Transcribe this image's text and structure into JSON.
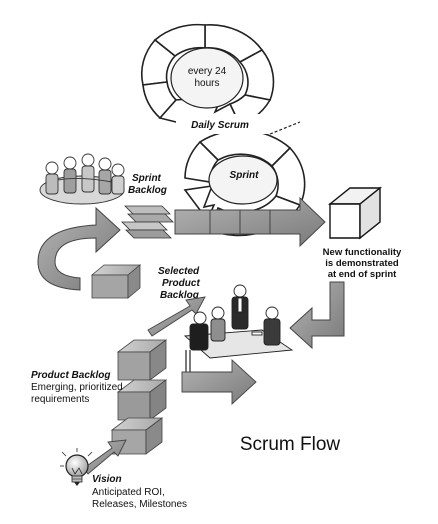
{
  "diagram": {
    "title": "Scrum Flow",
    "daily_scrum": {
      "cycle_text_line1": "every 24",
      "cycle_text_line2": "hours",
      "label": "Daily Scrum"
    },
    "sprint": {
      "label": "Sprint"
    },
    "sprint_backlog": {
      "line1": "Sprint",
      "line2": "Backlog"
    },
    "selected_product_backlog": {
      "line1": "Selected",
      "line2": "Product",
      "line3": "Backlog"
    },
    "product_backlog": {
      "title": "Product Backlog",
      "line1": "Emerging, prioritized",
      "line2": "requirements"
    },
    "vision": {
      "title": "Vision",
      "line1": "Anticipated ROI,",
      "line2": "Releases, Milestones"
    },
    "increment": {
      "line1": "New functionality",
      "line2": "is demonstrated",
      "line3": "at end of sprint"
    }
  }
}
